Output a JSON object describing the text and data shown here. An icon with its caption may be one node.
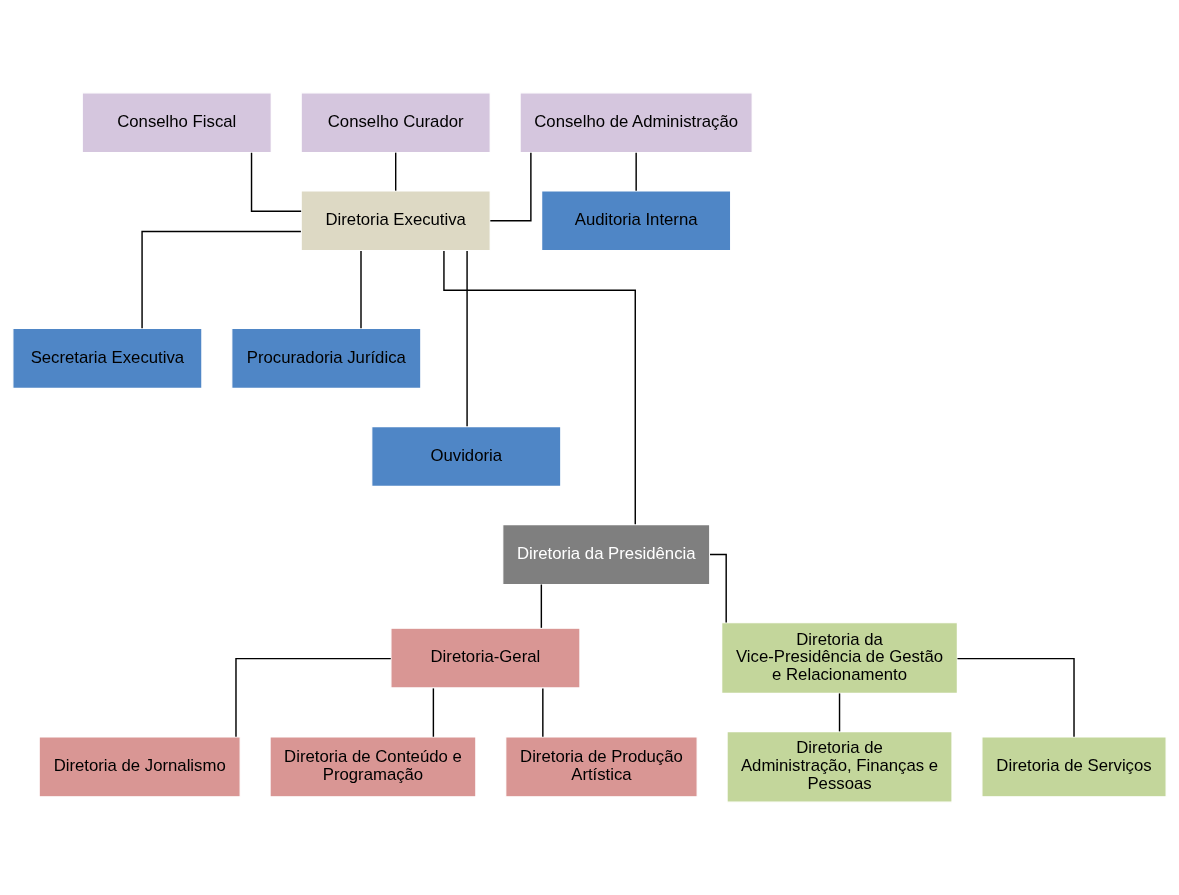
{
  "diagram": {
    "nodes": [
      {
        "text": [
          "Conselho Fiscal"
        ]
      },
      {
        "text": [
          "Conselho de Administração"
        ]
      },
      {
        "text": [
          "Conselho Curador"
        ]
      },
      {
        "text": [
          "Auditoria Interna"
        ]
      },
      {
        "text": [
          "Diretoria Executiva"
        ]
      },
      {
        "text": [
          "Secretaria Executiva"
        ]
      },
      {
        "text": [
          "Procuradoria Jurídica"
        ]
      },
      {
        "text": [
          "Ouvidoria"
        ]
      },
      {
        "text": [
          "Diretoria da Presidência"
        ]
      },
      {
        "text": [
          "Diretoria-Geral"
        ]
      },
      {
        "text": [
          "Diretoria da Vice-Presidência de Gestão e Relacionamento"
        ]
      },
      {
        "text": [
          "Diretoria de Jornalismo"
        ]
      },
      {
        "text": [
          "Diretoria de Conteúdo e Programação"
        ]
      },
      {
        "text": [
          "Diretoria de Produção Artística"
        ]
      },
      {
        "text": [
          "Diretoria de Administração, Finanças e Pessoas"
        ]
      },
      {
        "text": [
          "Diretoria de Serviços"
        ]
      }
    ],
    "edges": [
      {
        "from": 0,
        "to": 4,
        "arrow": "none"
      },
      {
        "from": 1,
        "to": 4,
        "arrow": "none"
      },
      {
        "from": 2,
        "to": 4,
        "arrow": "none"
      },
      {
        "from": 1,
        "to": 3,
        "arrow": "none"
      },
      {
        "from": 4,
        "to": 5,
        "arrow": "none"
      },
      {
        "from": 4,
        "to": 6,
        "arrow": "none"
      },
      {
        "from": 4,
        "to": 7,
        "arrow": "none"
      },
      {
        "from": 4,
        "to": 8,
        "arrow": "none"
      },
      {
        "from": 8,
        "to": 9,
        "arrow": "none"
      },
      {
        "from": 8,
        "to": 10,
        "arrow": "none"
      },
      {
        "from": 9,
        "to": 11,
        "arrow": "none"
      },
      {
        "from": 9,
        "to": 12,
        "arrow": "none"
      },
      {
        "from": 9,
        "to": 13,
        "arrow": "none"
      },
      {
        "from": 10,
        "to": 14,
        "arrow": "none"
      },
      {
        "from": 10,
        "to": 15,
        "arrow": "none"
      }
    ]
  }
}
